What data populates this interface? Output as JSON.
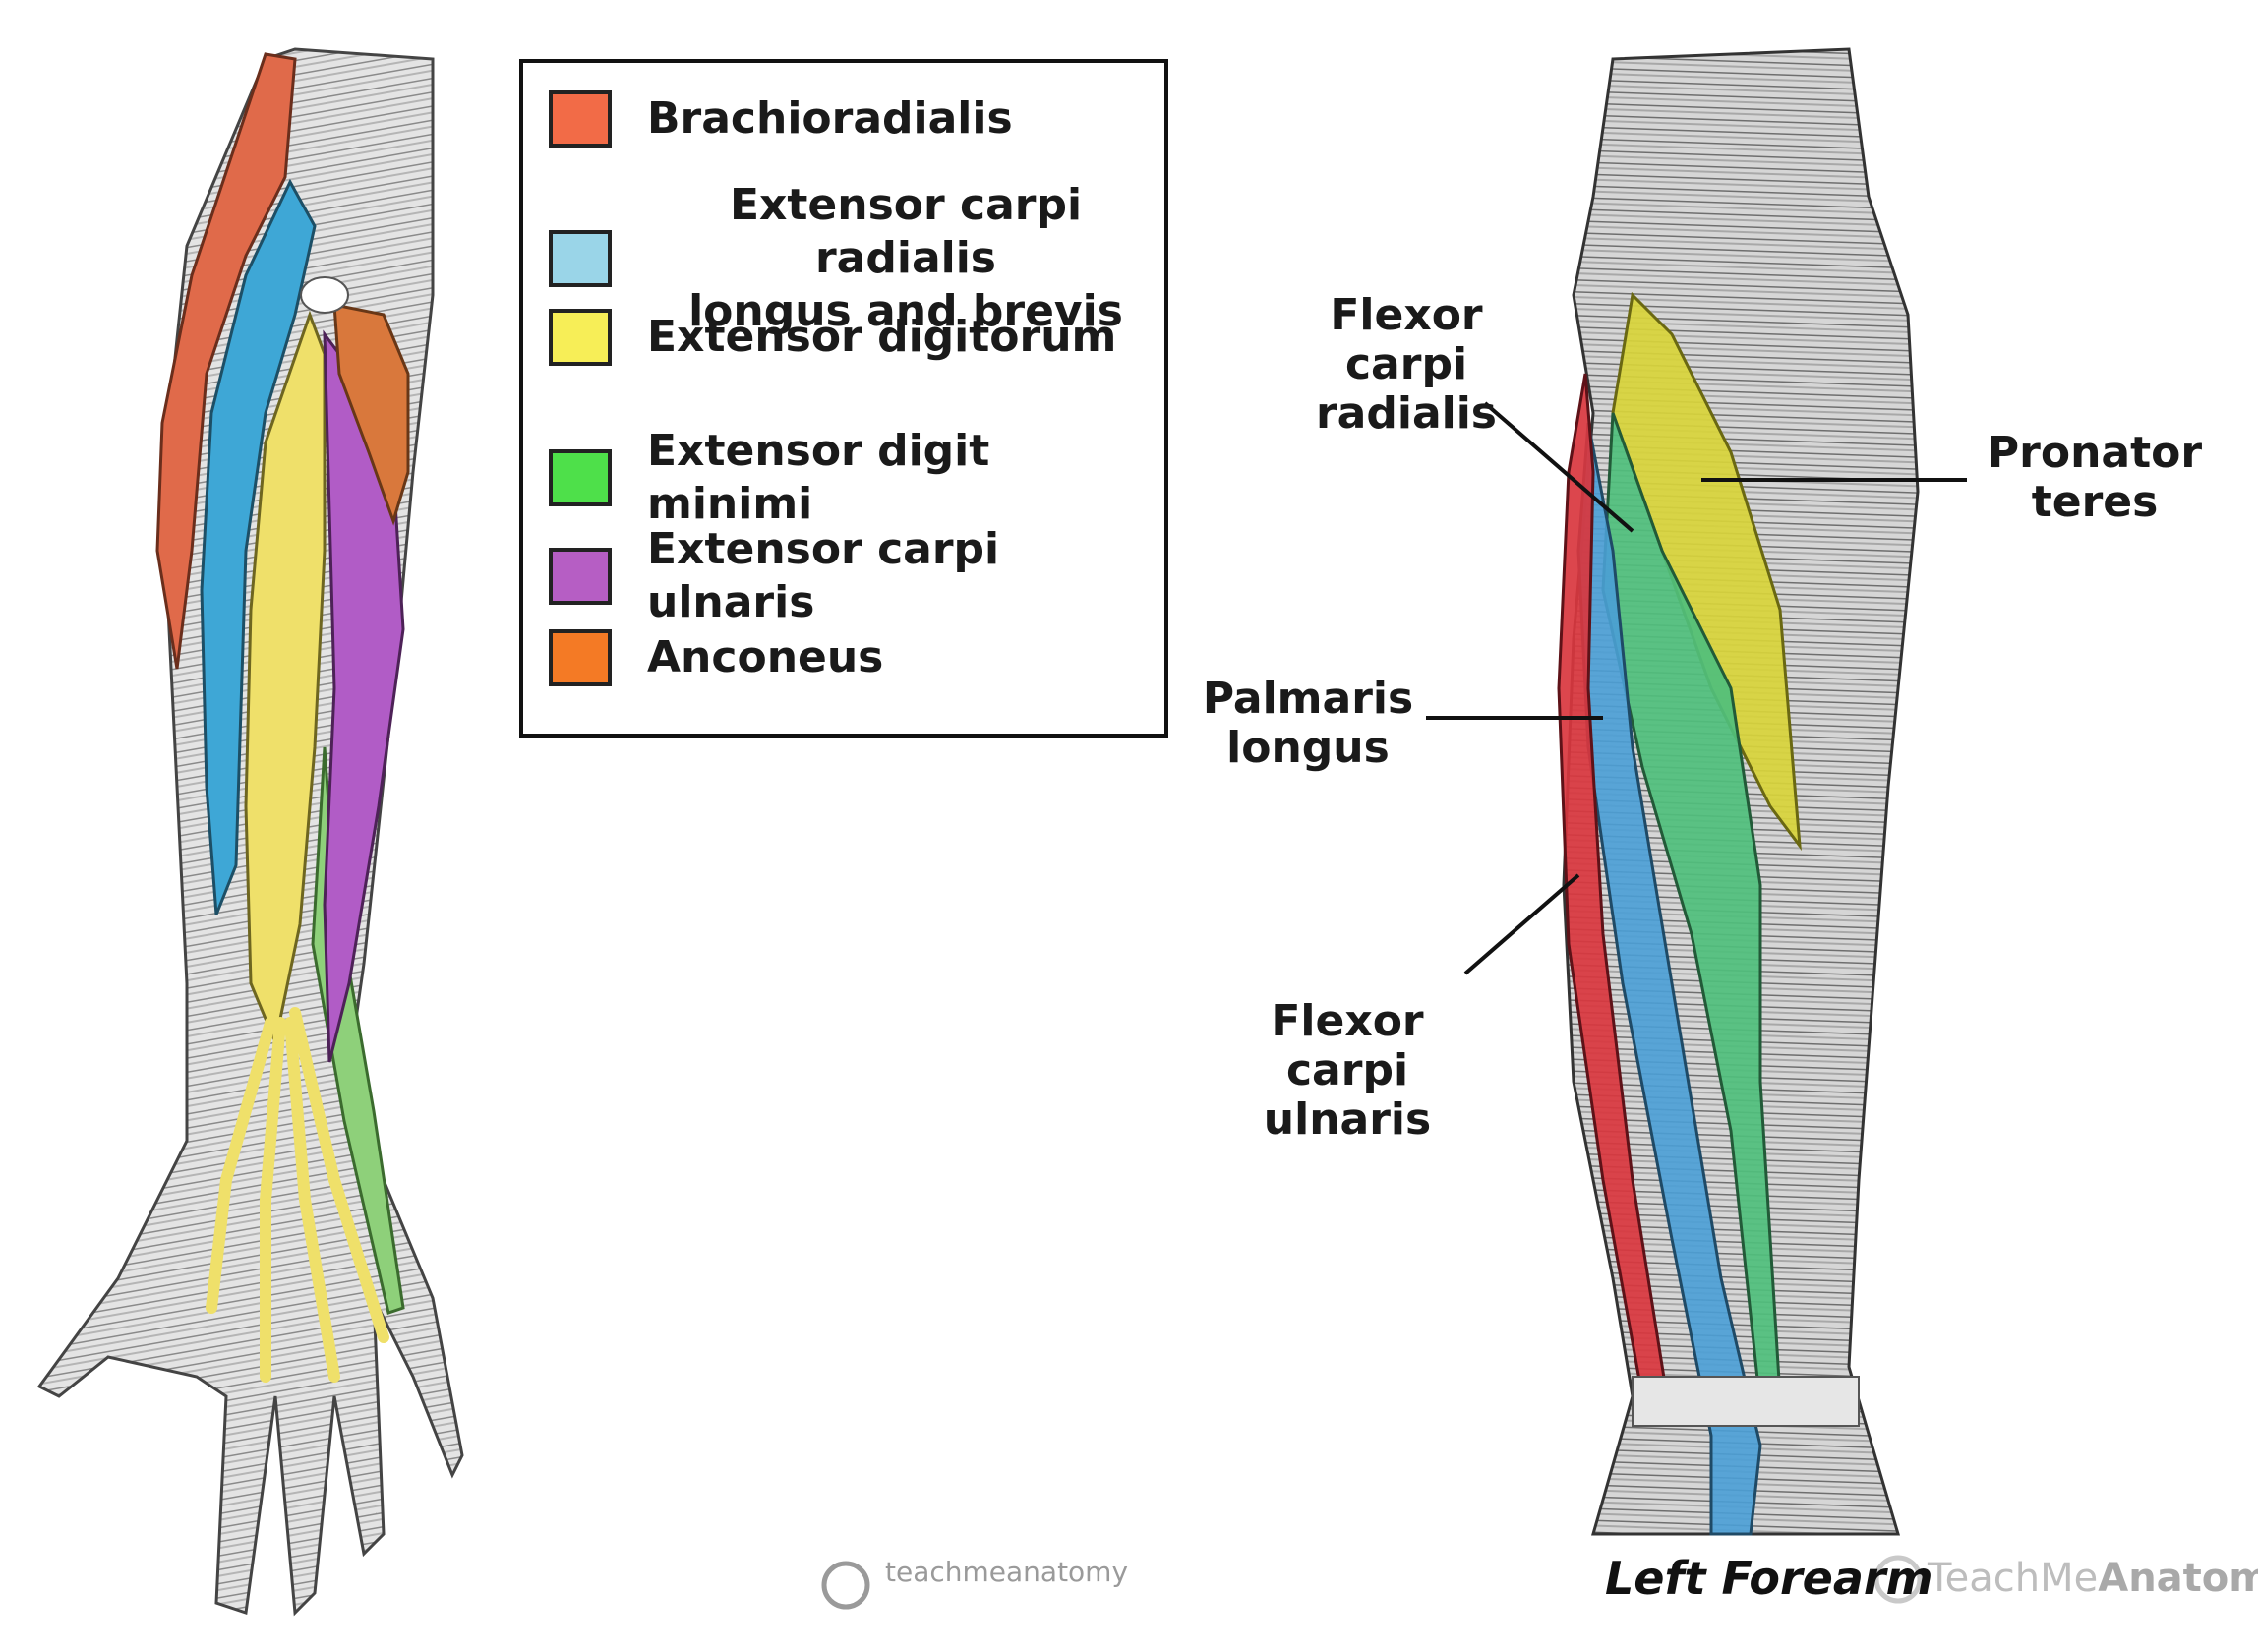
{
  "legend": {
    "items": [
      {
        "label": "Brachioradialis",
        "color": "#f26b47"
      },
      {
        "label": "Extensor carpi radialis longus and brevis",
        "line1": "Extensor carpi radialis",
        "line2": "longus and brevis",
        "color": "#9ad5e8"
      },
      {
        "label": "Extensor digitorum",
        "color": "#f7ee57"
      },
      {
        "label": "Extensor digit minimi",
        "color": "#4ee04a"
      },
      {
        "label": "Extensor carpi ulnaris",
        "color": "#b65ec4"
      },
      {
        "label": "Anconeus",
        "color": "#f47a25"
      }
    ]
  },
  "callouts": {
    "flexor_carpi_radialis": {
      "line1": "Flexor carpi",
      "line2": "radialis"
    },
    "pronator_teres": {
      "line1": "Pronator",
      "line2": "teres"
    },
    "palmaris_longus": {
      "line1": "Palmaris",
      "line2": "longus"
    },
    "flexor_carpi_ulnaris": {
      "line1": "Flexor carpi",
      "line2": "ulnaris"
    }
  },
  "caption": "Left Forearm",
  "watermark": {
    "center": "teachmeanatomy",
    "right_light": "TeachMe",
    "right_bold": "Anatomy"
  },
  "colors": {
    "brachioradialis": "#e06a4a",
    "ecr": "#3ea7d6",
    "digitorum": "#efe06a",
    "minimi": "#8ed07a",
    "ulnaris": "#b15cc6",
    "anconeus": "#d9783c",
    "fcr_green": "#4fbf7c",
    "pronator_yellow": "#d8d43a",
    "palmaris_blue": "#4a9fd6",
    "fcu_red": "#d9363e",
    "muscle_gray": "#9a9a9a",
    "muscle_dark": "#555555"
  }
}
